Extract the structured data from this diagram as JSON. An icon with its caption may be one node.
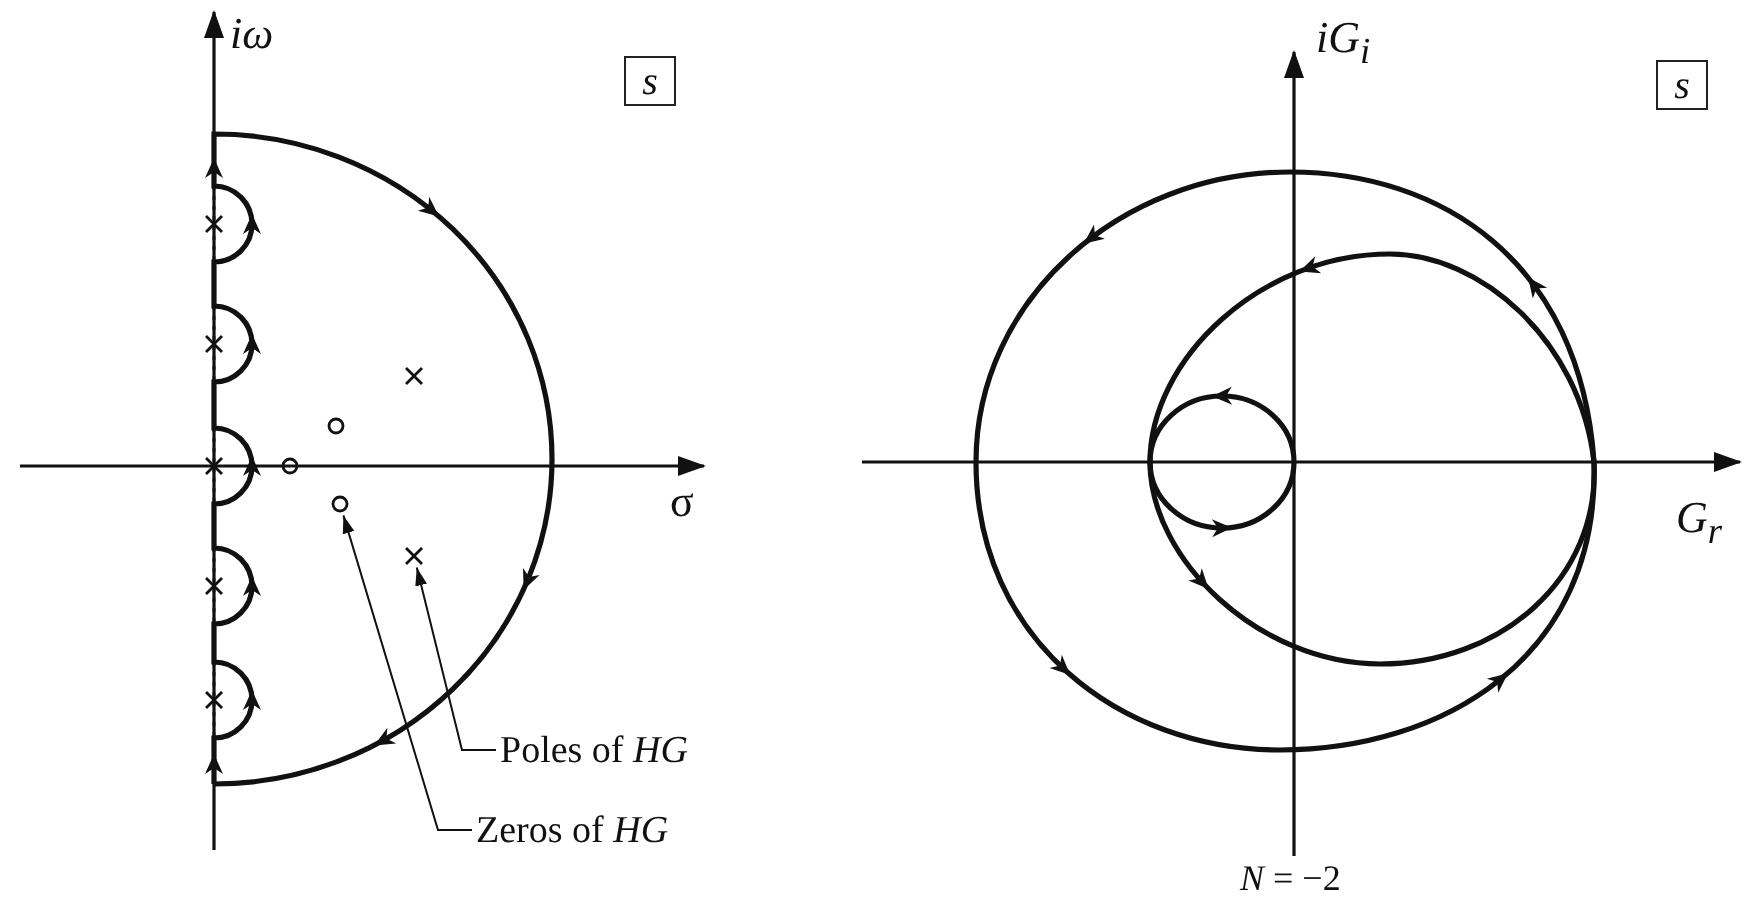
{
  "diagram": {
    "nodes": [
      {
        "text": [
          "s"
        ]
      },
      {
        "text": [],
        "shape": "cross"
      },
      {
        "text": [],
        "shape": "circle"
      },
      {
        "text": [
          "Poles of *HG*"
        ]
      },
      {
        "text": [
          "Zeros of *HG*"
        ]
      },
      {
        "text": [
          "s"
        ]
      }
    ],
    "edges": [
      {
        "from": 3,
        "to": 1,
        "arrow": "to"
      },
      {
        "from": 4,
        "to": 2,
        "arrow": "to"
      }
    ],
    "labels": [
      "iω",
      "σ",
      "iG$_{i}$",
      "G$_{r}$",
      "*N* = −2"
    ]
  }
}
